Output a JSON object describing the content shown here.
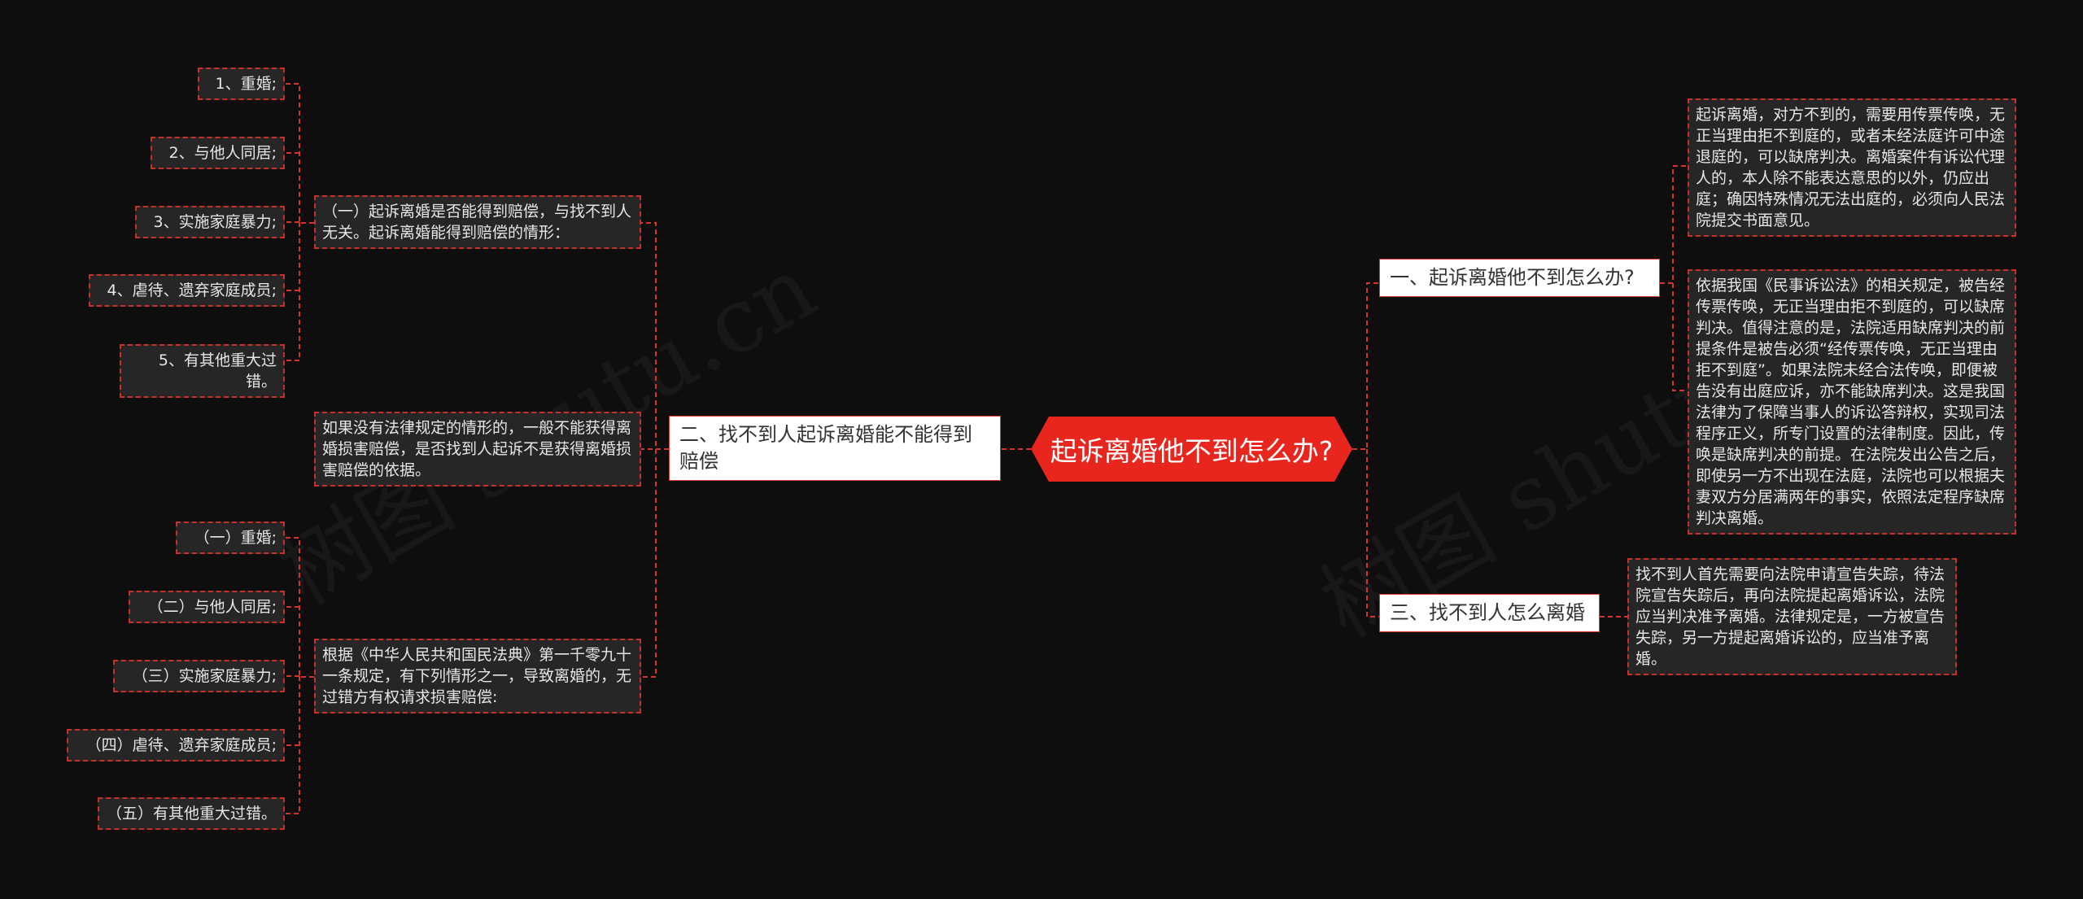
{
  "watermarks": [
    "树图 shutu.cn",
    "树图 shutu.cn"
  ],
  "central": "起诉离婚他不到怎么办?",
  "right": {
    "b1": {
      "label": "一、起诉离婚他不到怎么办?",
      "c1": "起诉离婚，对方不到的，需要用传票传唤，无正当理由拒不到庭的，或者未经法庭许可中途退庭的，可以缺席判决。离婚案件有诉讼代理人的，本人除不能表达意思的以外，仍应出庭；确因特殊情况无法出庭的，必须向人民法院提交书面意见。",
      "c2": "依据我国《民事诉讼法》的相关规定，被告经传票传唤，无正当理由拒不到庭的，可以缺席判决。值得注意的是，法院适用缺席判决的前提条件是被告必须“经传票传唤，无正当理由拒不到庭”。如果法院未经合法传唤，即便被告没有出庭应诉，亦不能缺席判决。这是我国法律为了保障当事人的诉讼答辩权，实现司法程序正义，所专门设置的法律制度。因此，传唤是缺席判决的前提。在法院发出公告之后，即使另一方不出现在法庭，法院也可以根据夫妻双方分居满两年的事实，依照法定程序缺席判决离婚。"
    },
    "b3": {
      "label": "三、找不到人怎么离婚",
      "c1": "找不到人首先需要向法院申请宣告失踪，待法院宣告失踪后，再向法院提起离婚诉讼，法院应当判决准予离婚。法律规定是，一方被宣告失踪，另一方提起离婚诉讼的，应当准予离婚。"
    }
  },
  "left": {
    "b2": {
      "label": "二、找不到人起诉离婚能不能得到赔偿",
      "s1": {
        "text": "（一）起诉离婚是否能得到赔偿，与找不到人无关。起诉离婚能得到赔偿的情形：",
        "items": [
          "1、重婚;",
          "2、与他人同居;",
          "3、实施家庭暴力;",
          "4、虐待、遗弃家庭成员;",
          "5、有其他重大过错。"
        ]
      },
      "s2": {
        "text": "如果没有法律规定的情形的，一般不能获得离婚损害赔偿，是否找到人起诉不是获得离婚损害赔偿的依据。"
      },
      "s3": {
        "text": "根据《中华人民共和国民法典》第一千零九十一条规定，有下列情形之一，导致离婚的，无过错方有权请求损害赔偿:",
        "items": [
          "（一）重婚;",
          "（二）与他人同居;",
          "（三）实施家庭暴力;",
          "（四）虐待、遗弃家庭成员;",
          "（五）有其他重大过错。"
        ]
      }
    }
  },
  "colors": {
    "background": "#0e0e0e",
    "accent": "#e8261e",
    "link": "#d4342c",
    "leaf": "#262626"
  }
}
